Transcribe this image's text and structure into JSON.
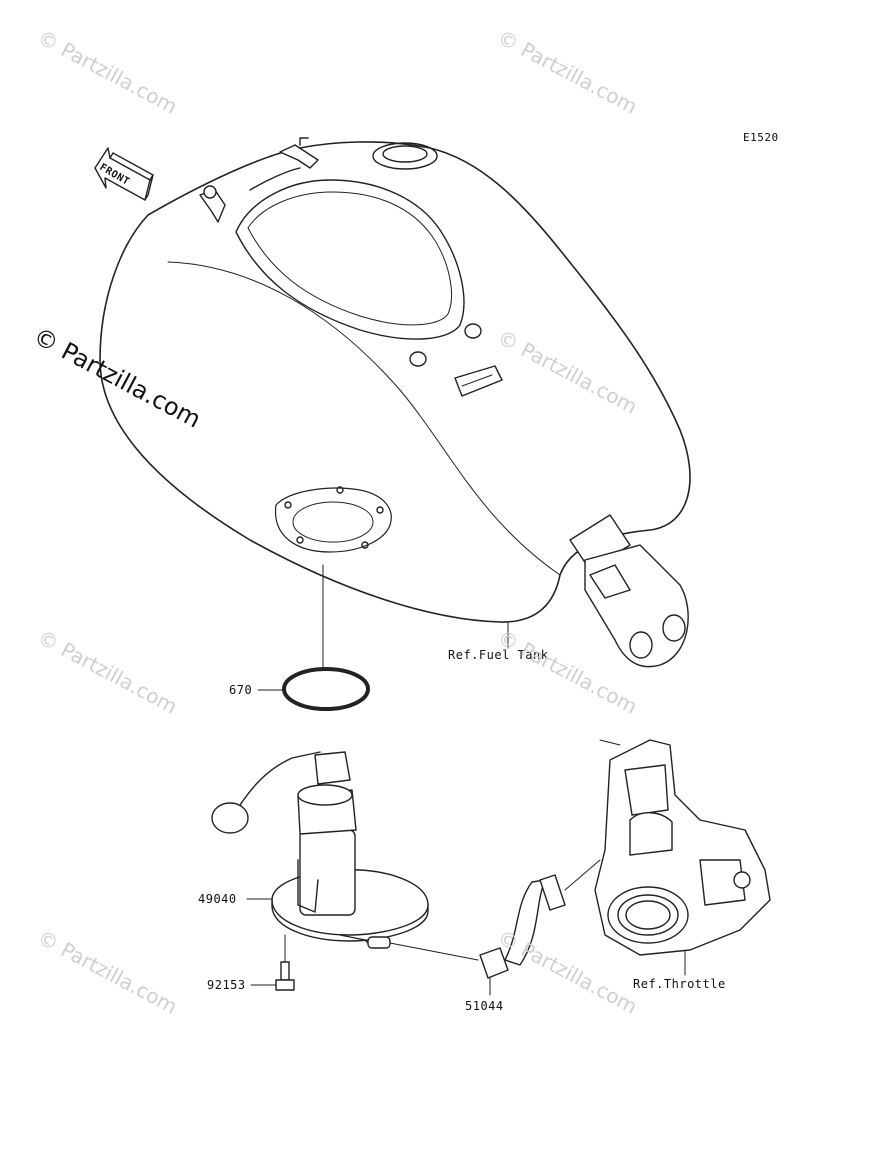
{
  "diagram": {
    "code": "E1520",
    "front_label": "FRONT",
    "refs": {
      "fuel_tank": "Ref.Fuel Tank",
      "throttle": "Ref.Throttle"
    },
    "parts": {
      "gasket": "670",
      "fuel_pump": "49040",
      "bolt": "92153",
      "hose": "51044"
    },
    "watermark": "© Partzilla.com"
  }
}
